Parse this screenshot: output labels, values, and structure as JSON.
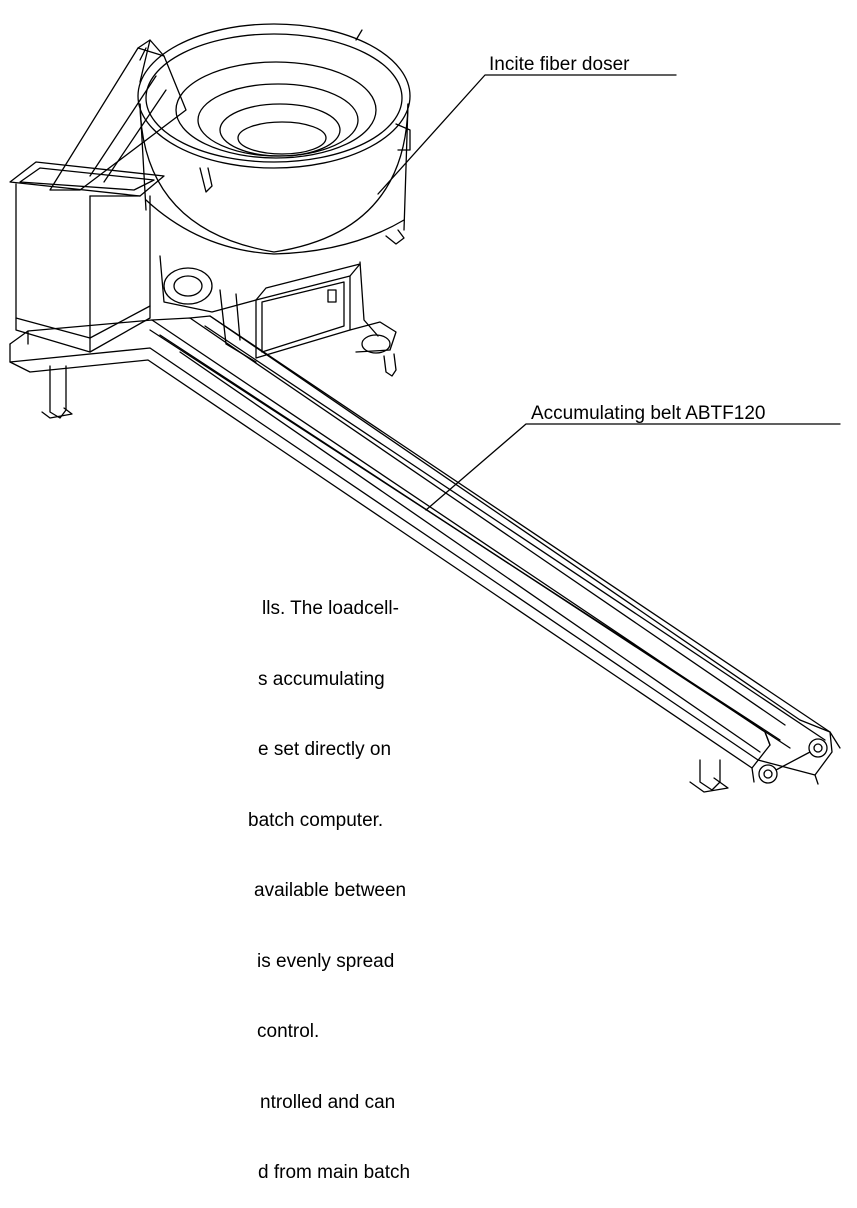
{
  "labels": {
    "doser": "Incite fiber doser",
    "belt": "Accumulating belt ABTF120"
  },
  "description_lines": [
    "lls. The loadcell-",
    "s accumulating",
    "e set directly on",
    "batch computer.",
    "available between",
    "is evenly spread",
    "control.",
    "ntrolled and can",
    "d from main batch"
  ]
}
